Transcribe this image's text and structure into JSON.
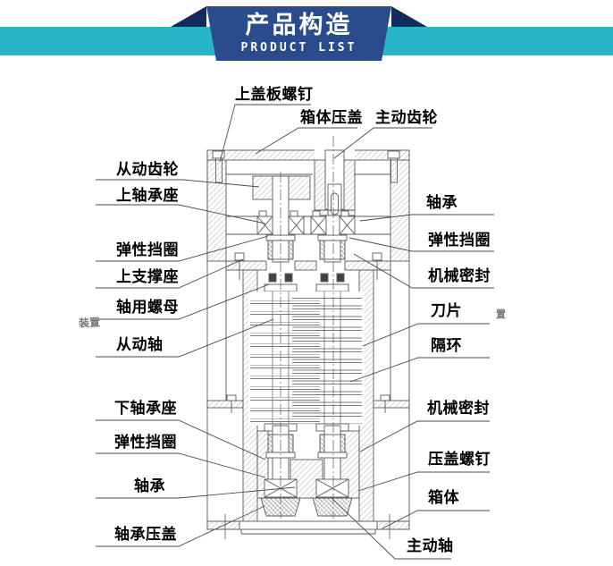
{
  "banner": {
    "title": "产品构造",
    "subtitle": "PRODUCT LIST",
    "band_color": "#27b6c7",
    "ribbon_color": "#2b4c8c",
    "fold_color": "#14295c"
  },
  "diagram": {
    "labels": [
      {
        "id": "top-cover-screw",
        "text": "上盖板螺钉",
        "side": "top"
      },
      {
        "id": "housing-gland",
        "text": "箱体压盖",
        "side": "top"
      },
      {
        "id": "driving-gear",
        "text": "主动齿轮",
        "side": "top"
      },
      {
        "id": "driven-gear",
        "text": "从动齿轮",
        "side": "left"
      },
      {
        "id": "upper-bearing-seat",
        "text": "上轴承座",
        "side": "left"
      },
      {
        "id": "circlip-upper-left",
        "text": "弹性挡圈",
        "side": "left"
      },
      {
        "id": "upper-support-seat",
        "text": "上支撑座",
        "side": "left"
      },
      {
        "id": "shaft-nut",
        "text": "轴用螺母",
        "side": "left"
      },
      {
        "id": "driven-shaft",
        "text": "从动轴",
        "side": "left"
      },
      {
        "id": "lower-bearing-seat",
        "text": "下轴承座",
        "side": "left"
      },
      {
        "id": "circlip-lower-left",
        "text": "弹性挡圈",
        "side": "left"
      },
      {
        "id": "bearing-left",
        "text": "轴承",
        "side": "left"
      },
      {
        "id": "bearing-cover",
        "text": "轴承压盖",
        "side": "left"
      },
      {
        "id": "bearing-right",
        "text": "轴承",
        "side": "right"
      },
      {
        "id": "circlip-right",
        "text": "弹性挡圈",
        "side": "right"
      },
      {
        "id": "mechanical-seal-upper",
        "text": "机械密封",
        "side": "right"
      },
      {
        "id": "blade",
        "text": "刀片",
        "side": "right"
      },
      {
        "id": "spacer-ring",
        "text": "隔环",
        "side": "right"
      },
      {
        "id": "mechanical-seal-lower",
        "text": "机械密封",
        "side": "right"
      },
      {
        "id": "gland-screw",
        "text": "压盖螺钉",
        "side": "right"
      },
      {
        "id": "housing-body",
        "text": "箱体",
        "side": "right"
      },
      {
        "id": "driving-shaft",
        "text": "主动轴",
        "side": "right"
      }
    ],
    "watermark_left": "装置",
    "watermark_right": "置"
  }
}
